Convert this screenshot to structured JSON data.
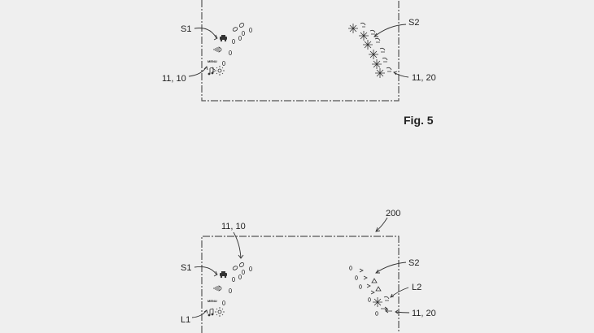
{
  "fig5": {
    "figure_label": "Fig. 5",
    "labels": {
      "s1": "S1",
      "s2": "S2",
      "ref_left": "11, 10",
      "ref_right": "11, 20"
    },
    "menu_text": "MENU"
  },
  "fig6": {
    "labels": {
      "ref_200": "200",
      "ref_top": "11, 10",
      "s1": "S1",
      "s2": "S2",
      "l1": "L1",
      "l2": "L2",
      "ref_right": "11, 20"
    },
    "menu_text": "MENU"
  }
}
